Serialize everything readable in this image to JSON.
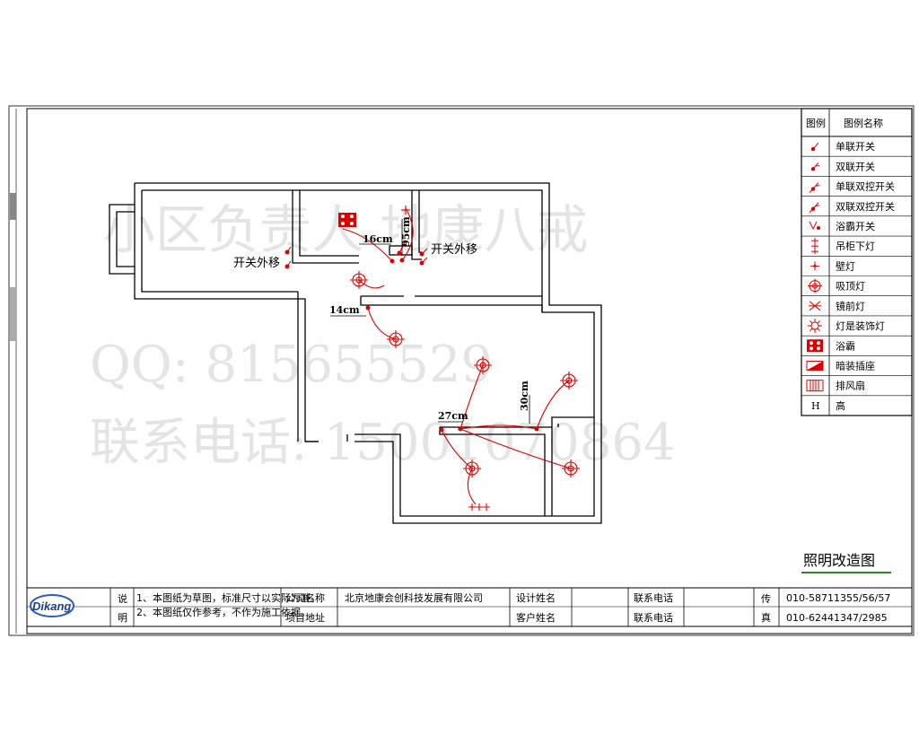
{
  "watermark": {
    "line1": "小区负责人 地康八戒",
    "line2": "QQ: 815655529",
    "line3": "联系电话: 15001070864"
  },
  "plan": {
    "room_label_left": "开关外移",
    "room_label_right": "开关外移",
    "dim_16": "16cm",
    "dim_95": "95cm",
    "dim_14": "14cm",
    "dim_27": "27cm",
    "dim_30": "30cm"
  },
  "legend": {
    "header_symbol": "图例",
    "header_name": "图例名称",
    "items": [
      {
        "icon": "single-switch-icon",
        "label": "单联开关"
      },
      {
        "icon": "double-switch-icon",
        "label": "双联开关"
      },
      {
        "icon": "single-dual-control-switch-icon",
        "label": "单联双控开关"
      },
      {
        "icon": "double-dual-control-switch-icon",
        "label": "双联双控开关"
      },
      {
        "icon": "bath-heater-switch-icon",
        "label": "浴霸开关"
      },
      {
        "icon": "under-cabinet-light-icon",
        "label": "吊柜下灯"
      },
      {
        "icon": "wall-light-icon",
        "label": "壁灯"
      },
      {
        "icon": "ceiling-light-icon",
        "label": "吸顶灯"
      },
      {
        "icon": "mirror-light-icon",
        "label": "镜前灯"
      },
      {
        "icon": "chandelier-icon",
        "label": "灯是装饰灯"
      },
      {
        "icon": "bath-heater-icon",
        "label": "浴霸"
      },
      {
        "icon": "concealed-socket-icon",
        "label": "暗装插座"
      },
      {
        "icon": "exhaust-fan-icon",
        "label": "排风扇"
      },
      {
        "icon": "height-marker",
        "label": "高",
        "symbol": "H"
      }
    ]
  },
  "drawing_title": "照明改造图",
  "title_block": {
    "notes_label": "说明",
    "notes_line1": "1、本图纸为草图，标准尺寸以实际为准。",
    "notes_line2": "2、本图纸仅作参考，不作为施工依据。",
    "company_label": "公司名称",
    "company_value": "北京地康会创科技发展有限公司",
    "project_label": "项目地址",
    "project_value": "",
    "designer_label": "设计姓名",
    "designer_value": "",
    "customer_label": "客户姓名",
    "customer_value": "",
    "contact_label_1": "联系电话",
    "contact_label_2": "联系电话",
    "contact_value_1": "",
    "contact_value_2": "",
    "fax_label": "传真",
    "phone_1": "010-58711355/56/57",
    "phone_2": "010-62441347/2985",
    "logo_text": "Dikang"
  }
}
